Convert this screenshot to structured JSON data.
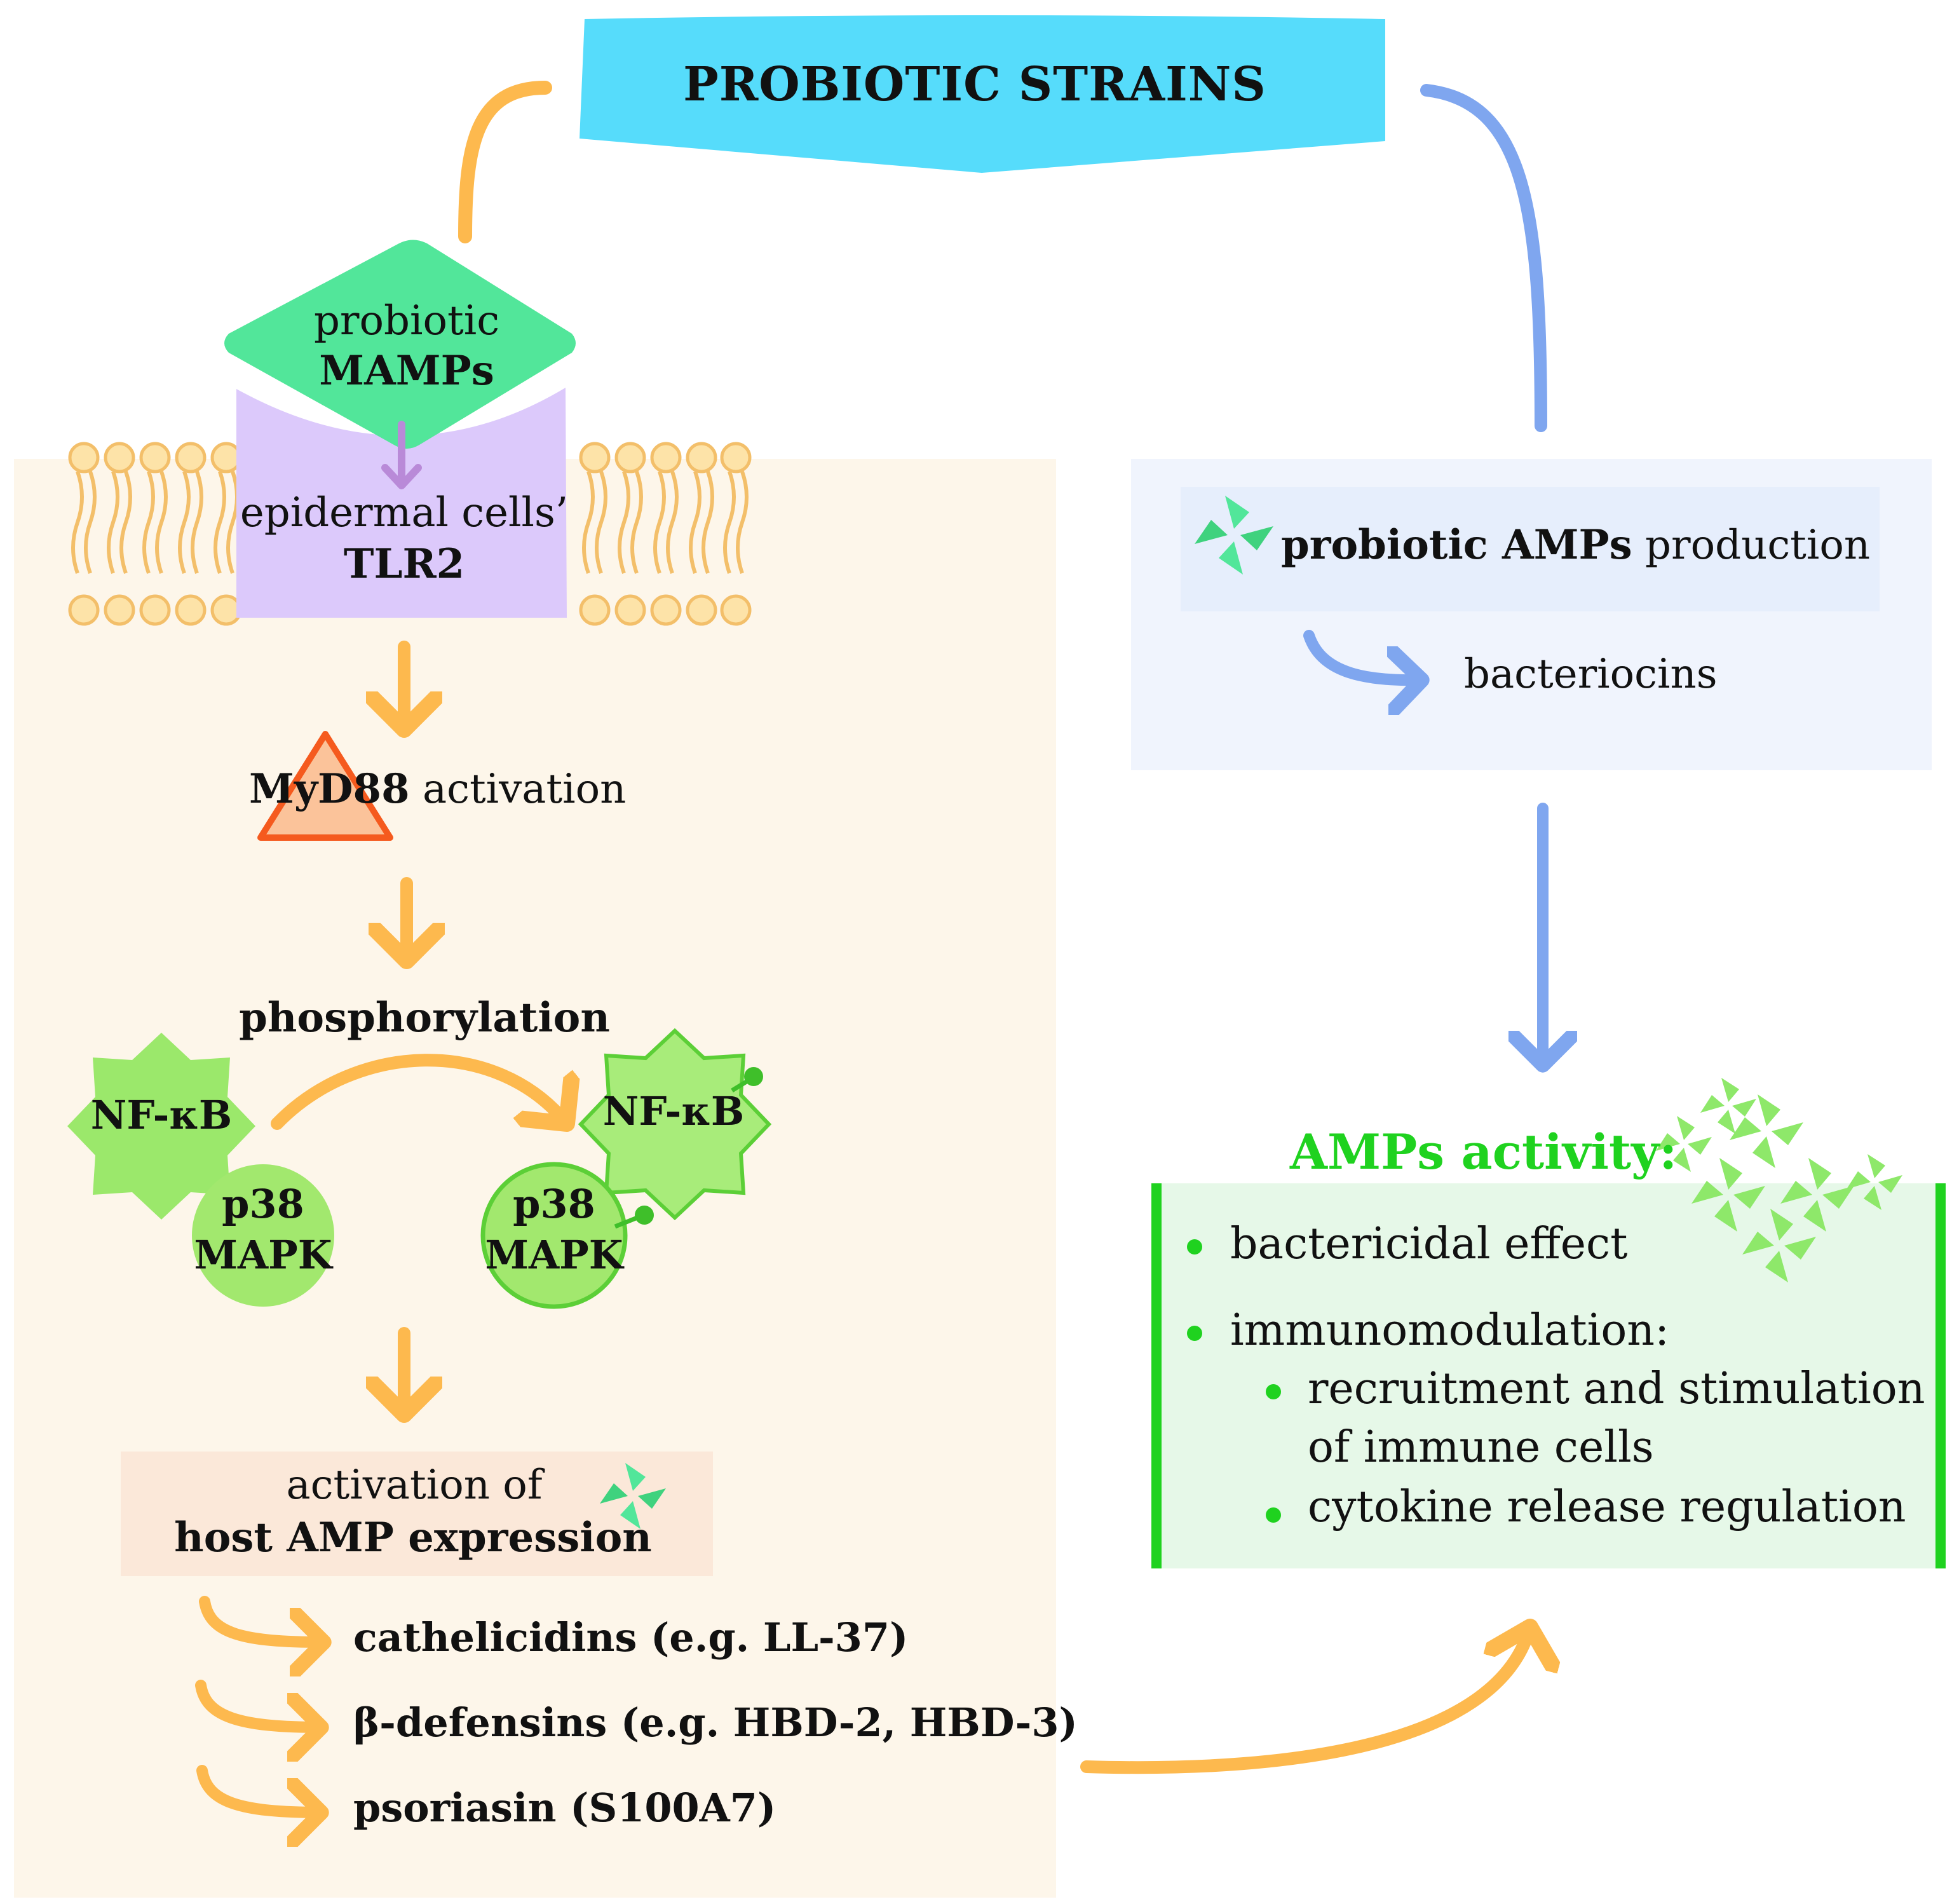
{
  "header": {
    "title": "PROBIOTIC STRAINS"
  },
  "host_pathway": {
    "mamps": {
      "line1": "probiotic",
      "line2": "MAMPs"
    },
    "tlr2": {
      "line1": "epidermal cells’",
      "line2": "TLR2"
    },
    "myd88": {
      "bold": "MyD88",
      "rest": " activation"
    },
    "phosphorylation": "phosphorylation",
    "nfkb_label": "NF-κB",
    "p38_line1": "p38",
    "p38_line2": "MAPK",
    "host_amp": {
      "line1": "activation of",
      "line2": "host AMP expression"
    },
    "products": [
      "cathelicidins (e.g. LL-37)",
      "β-defensins (e.g. HBD-2, HBD-3)",
      "psoriasin (S100A7)"
    ]
  },
  "probiotic_pathway": {
    "production_bold": "probiotic AMPs",
    "production_rest": " production",
    "bacteriocins": "bacteriocins"
  },
  "activity": {
    "title": "AMPs activity:",
    "items": [
      "bactericidal effect",
      "immunomodulation:"
    ],
    "subitems": [
      "recruitment and stimulation",
      "of immune cells",
      "cytokine release regulation"
    ]
  },
  "colors": {
    "banner": "#56dcfb",
    "orange_arrow": "#fdb94e",
    "blue_arrow": "#7fa6ef",
    "mamps_green": "#52e69a",
    "tlr2_purple": "#dcc9fb",
    "host_panel": "#fdf6ea",
    "probiotic_panel": "#f0f4fd",
    "activity_green": "#1fd21f",
    "nfkb_green": "#9be86b",
    "p38_green": "#a2e86e"
  }
}
